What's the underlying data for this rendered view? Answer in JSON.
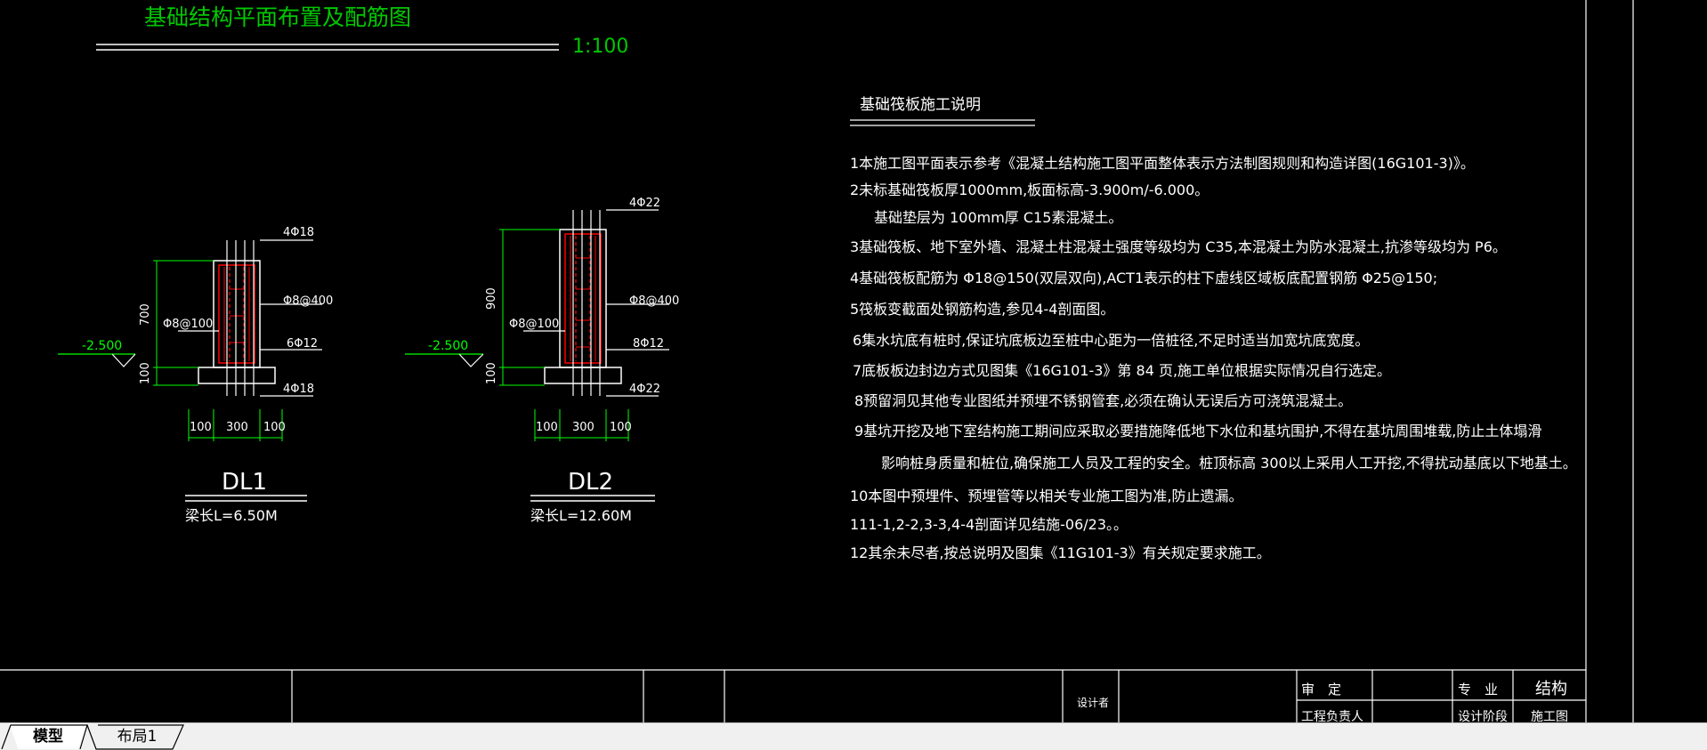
{
  "drawing": {
    "title": "基础结构平面布置及配筋图",
    "scale": "1:100"
  },
  "notes": {
    "title": "基础筏板施工说明",
    "lines": [
      "1本施工图平面表示参考《混凝土结构施工图平面整体表示方法制图规则和构造详图(16G101-3)》。",
      "2未标基础筏板厚1000mm,板面标高-3.900m/-6.000。",
      "基础垫层为 100mm厚 C15素混凝土。",
      "3基础筏板、地下室外墙、混凝土柱混凝土强度等级均为 C35,本混凝土为防水混凝土,抗渗等级均为 P6。",
      "4基础筏板配筋为 Φ18@150(双层双向),ACT1表示的柱下虚线区域板底配置钢筋 Φ25@150;",
      "5筏板变截面处钢筋构造,参见4-4剖面图。",
      "6集水坑底有桩时,保证坑底板边至桩中心距为一倍桩径,不足时适当加宽坑底宽度。",
      "7底板板边封边方式见图集《16G101-3》第 84 页,施工单位根据实际情况自行选定。",
      "8预留洞见其他专业图纸并预埋不锈钢管套,必须在确认无误后方可浇筑混凝土。",
      "9基坑开挖及地下室结构施工期间应采取必要措施降低地下水位和基坑围护,不得在基坑周围堆载,防止土体塌滑",
      "影响桩身质量和桩位,确保施工人员及工程的安全。桩顶标高 300以上采用人工开挖,不得扰动基底以下地基土。",
      "10本图中预埋件、预埋管等以相关专业施工图为准,防止遗漏。",
      "111-1,2-2,3-3,4-4剖面详见结施-06/23。。",
      "12其余未尽者,按总说明及图集《11G101-3》有关规定要求施工。"
    ]
  },
  "sections": [
    {
      "name": "DL1",
      "length": "梁长L=6.50M",
      "top_bar": "4Φ18",
      "stirrup": "Φ8@400",
      "side_bar": "6Φ12",
      "bottom_bar": "4Φ18",
      "left_stirrup": "Φ8@100",
      "level": "-2.500",
      "height": "700",
      "cushion": "100",
      "dims": [
        "100",
        "300",
        "100"
      ]
    },
    {
      "name": "DL2",
      "length": "梁长L=12.60M",
      "top_bar": "4Φ22",
      "stirrup": "Φ8@400",
      "side_bar": "8Φ12",
      "bottom_bar": "4Φ22",
      "left_stirrup": "Φ8@100",
      "level": "-2.500",
      "height": "900",
      "cushion": "100",
      "dims": [
        "100",
        "300",
        "100"
      ]
    }
  ],
  "title_block": {
    "designer_label": "设计者",
    "approve_label": "审　定",
    "engineer_label": "工程负责人",
    "discipline_label": "专　业",
    "discipline_value": "结构",
    "stage_label": "设计阶段",
    "stage_value": "施工图"
  },
  "tabs": [
    "模型",
    "布局1"
  ],
  "colors": {
    "background": "#000000",
    "title_green": "#00c800",
    "rebar_red": "#ff0000",
    "line_white": "#ffffff",
    "dim_green": "#00ff00"
  }
}
